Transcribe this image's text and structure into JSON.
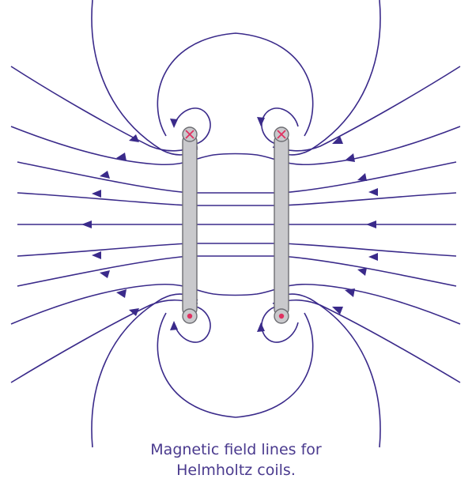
{
  "caption": {
    "line1": "Magnetic field lines for",
    "line2": "Helmholtz coils."
  },
  "colors": {
    "field_line": "#3a2a8a",
    "coil_fill": "#c9c9cc",
    "coil_stroke": "#6e6e73",
    "current_marker": "#e03060",
    "caption_text": "#4a3a8e"
  },
  "coils": [
    {
      "top_marker": "current-into-page",
      "bottom_marker": "current-out-of-page"
    },
    {
      "top_marker": "current-into-page",
      "bottom_marker": "current-out-of-page"
    }
  ]
}
